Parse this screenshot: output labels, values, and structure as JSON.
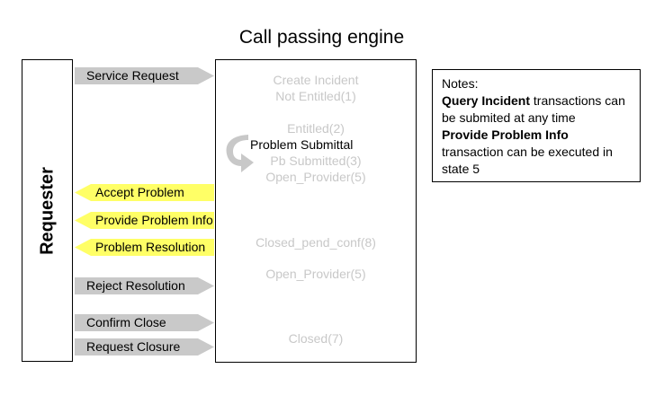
{
  "title": "Call passing engine",
  "requester_label": "Requester",
  "states": [
    "Create Incident",
    "Not Entitled(1)",
    "Entitled(2)",
    "Pb Submitted(3)",
    "Open_Provider(5)",
    "Closed_pend_conf(8)",
    "Open_Provider(5)",
    "Closed(7)"
  ],
  "loop_label": "Problem Submittal",
  "arrows": {
    "service_request": "Service Request",
    "accept_problem": "Accept Problem",
    "provide_problem_info": "Provide Problem Info",
    "problem_resolution": "Problem Resolution",
    "reject_resolution": "Reject Resolution",
    "confirm_close": "Confirm Close",
    "request_closure": "Request Closure"
  },
  "colors": {
    "request_arrow": "#c9c9c9",
    "response_arrow": "#ffff66",
    "state_text": "#c8c8c8"
  },
  "icons": {
    "loop": "curved-arrow-icon"
  },
  "notes": {
    "heading": "Notes:",
    "line1_bold": "Query Incident",
    "line1_rest": " transactions can",
    "line2": "be submited at any time",
    "line3_bold": "Provide Problem Info",
    "line4": "transaction can be executed in",
    "line5": "state 5"
  }
}
